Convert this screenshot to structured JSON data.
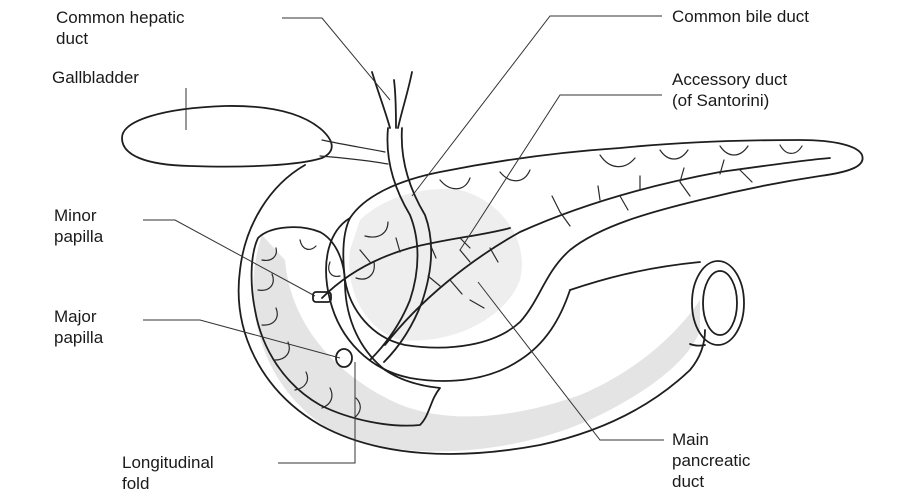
{
  "labels": {
    "common_hepatic_duct": "Common hepatic\nduct",
    "gallbladder": "Gallbladder",
    "minor_papilla": "Minor\npapilla",
    "major_papilla": "Major\npapilla",
    "longitudinal_fold": "Longitudinal\nfold",
    "common_bile_duct": "Common bile duct",
    "accessory_duct": "Accessory duct\n(of Santorini)",
    "main_pancreatic_duct": "Main\npancreatic\nduct"
  },
  "colors": {
    "line": "#1e1e1e",
    "shading": "#e4e4e4",
    "background": "#ffffff"
  }
}
